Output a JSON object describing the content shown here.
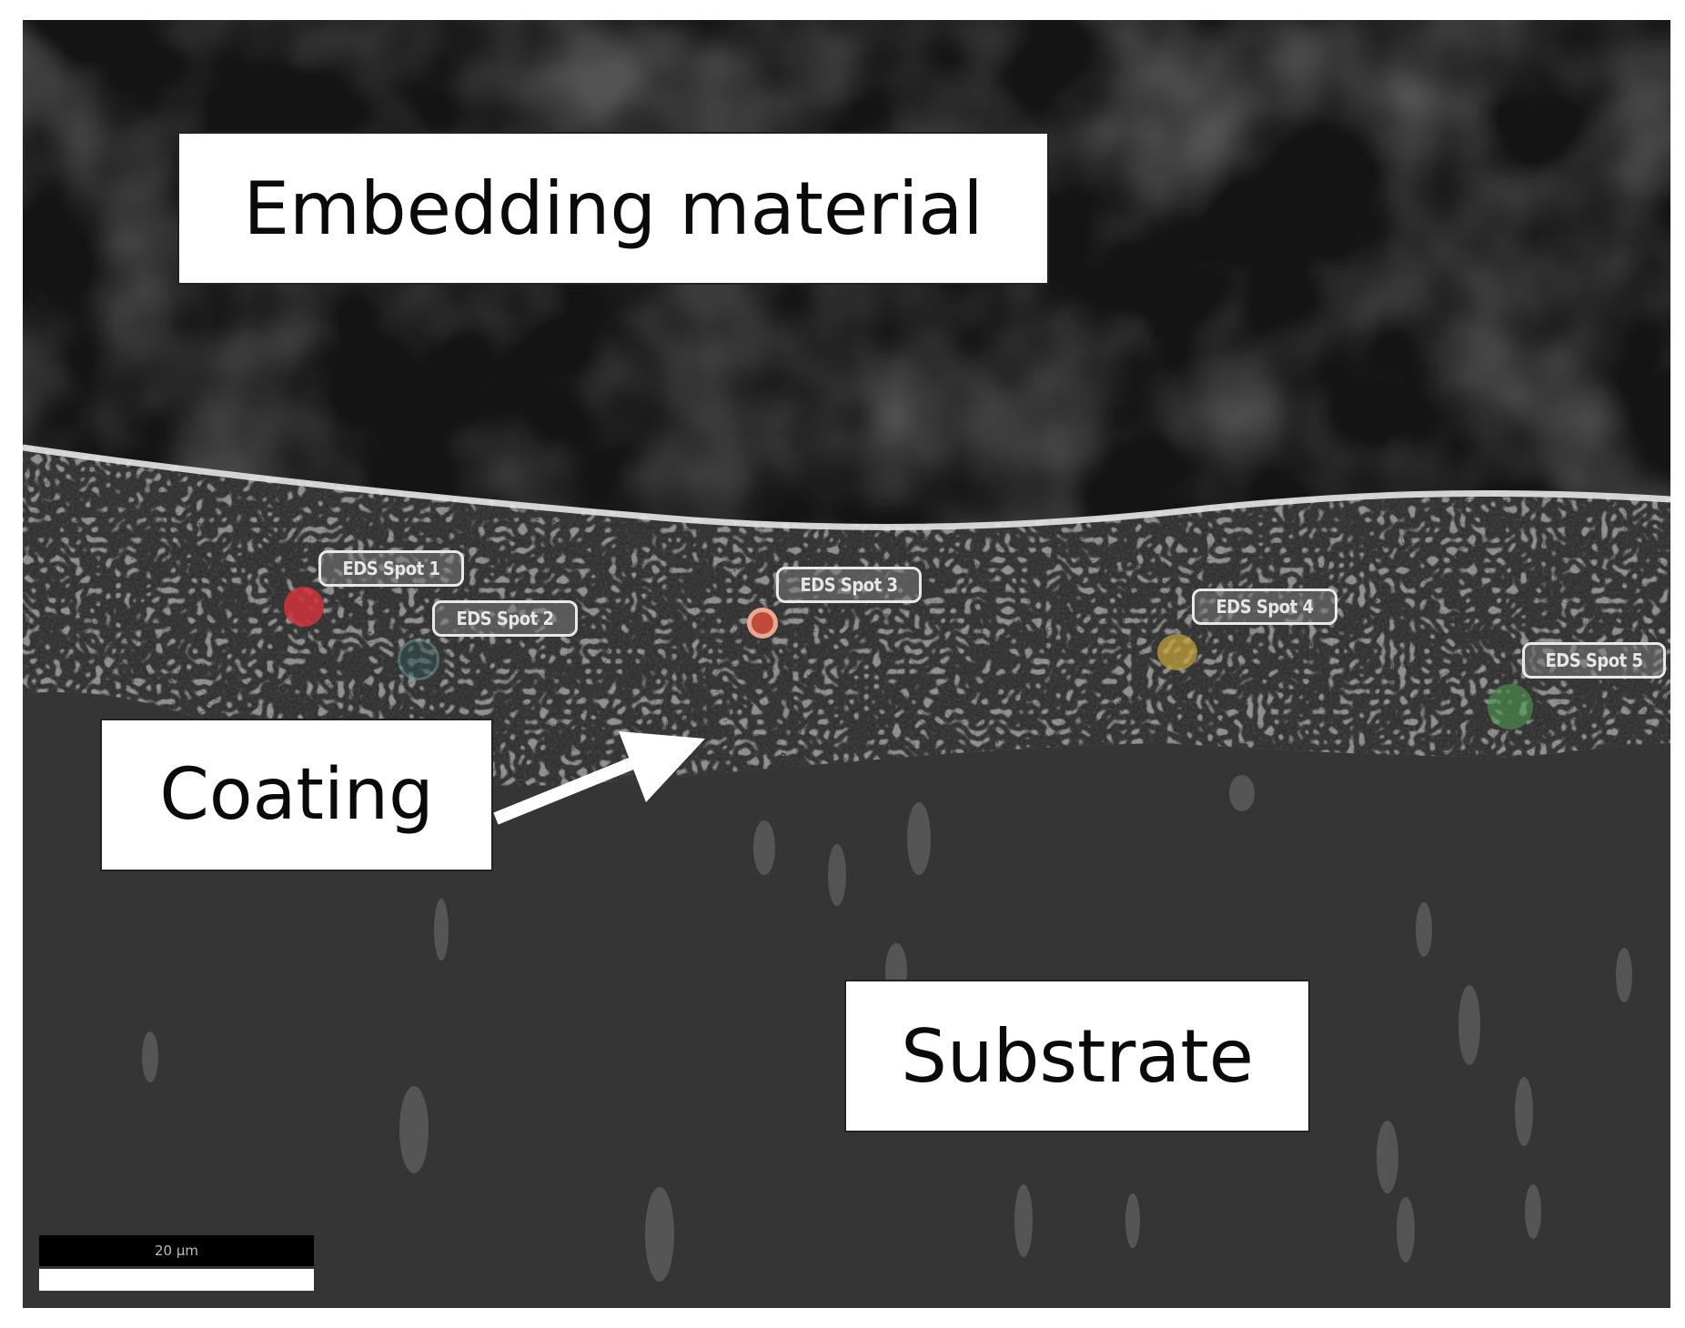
{
  "figure": {
    "type": "SEM cross-section micrograph",
    "regions": {
      "embedding": {
        "label": "Embedding material",
        "color": "#141414"
      },
      "coating": {
        "label": "Coating",
        "color": "#8a8a8a"
      },
      "substrate": {
        "label": "Substrate",
        "color": "#353535"
      }
    },
    "eds_spots": [
      {
        "label": "EDS Spot 1",
        "color": "#d0333b"
      },
      {
        "label": "EDS Spot 2",
        "color": "#5d8f8f"
      },
      {
        "label": "EDS Spot 3",
        "color": "#e08a70"
      },
      {
        "label": "EDS Spot 4",
        "color": "#c8a63a"
      },
      {
        "label": "EDS Spot 5",
        "color": "#4f9a4f"
      }
    ],
    "scale_bar": {
      "label": "20 µm"
    }
  }
}
